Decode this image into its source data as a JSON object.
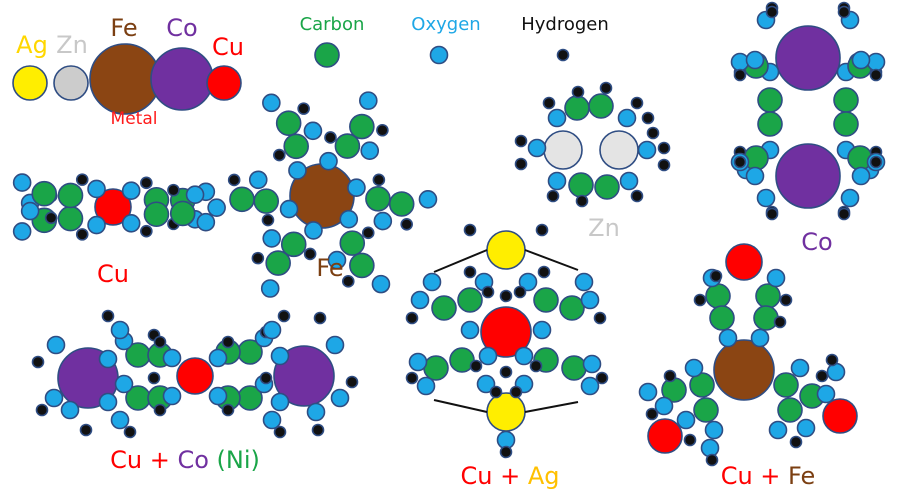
{
  "colors": {
    "carbon": "#1aa548",
    "oxygen": "#1ea7e6",
    "hydrogen": "#111111",
    "outline": "#2f4d83",
    "ag": "#ffee00",
    "zn": "#cccccc",
    "zn_dimer": "#e4e4e4",
    "fe": "#8b4513",
    "co": "#7030a0",
    "cu": "#ff0000",
    "ni": "#1aa548"
  },
  "legend": {
    "metals": [
      {
        "symbol": "Ag",
        "color": "#ffd700"
      },
      {
        "symbol": "Zn",
        "color": "#c8c8c8"
      },
      {
        "symbol": "Fe",
        "color": "#7b3f12"
      },
      {
        "symbol": "Co",
        "color": "#7030a0"
      },
      {
        "symbol": "Cu",
        "color": "#ff0000"
      }
    ],
    "metal_caption": "Metal",
    "atoms": [
      {
        "label": "Carbon",
        "color": "#1aa548",
        "icon": "carbon-atom-icon"
      },
      {
        "label": "Oxygen",
        "color": "#1ea7e6",
        "icon": "oxygen-atom-icon"
      },
      {
        "label": "Hydrogen",
        "color": "#111111",
        "icon": "hydrogen-atom-icon"
      }
    ]
  },
  "complexes": {
    "cu": {
      "label": "Cu"
    },
    "fe": {
      "label": "Fe"
    },
    "zn": {
      "label": "Zn"
    },
    "co": {
      "label": "Co"
    },
    "cu_co_ni": {
      "parts": [
        "Cu",
        " + ",
        "Co",
        " (Ni)"
      ]
    },
    "cu_ag": {
      "parts": [
        "Cu",
        " + ",
        "Ag"
      ]
    },
    "cu_fe": {
      "parts": [
        "Cu",
        " + ",
        "Fe"
      ]
    }
  }
}
